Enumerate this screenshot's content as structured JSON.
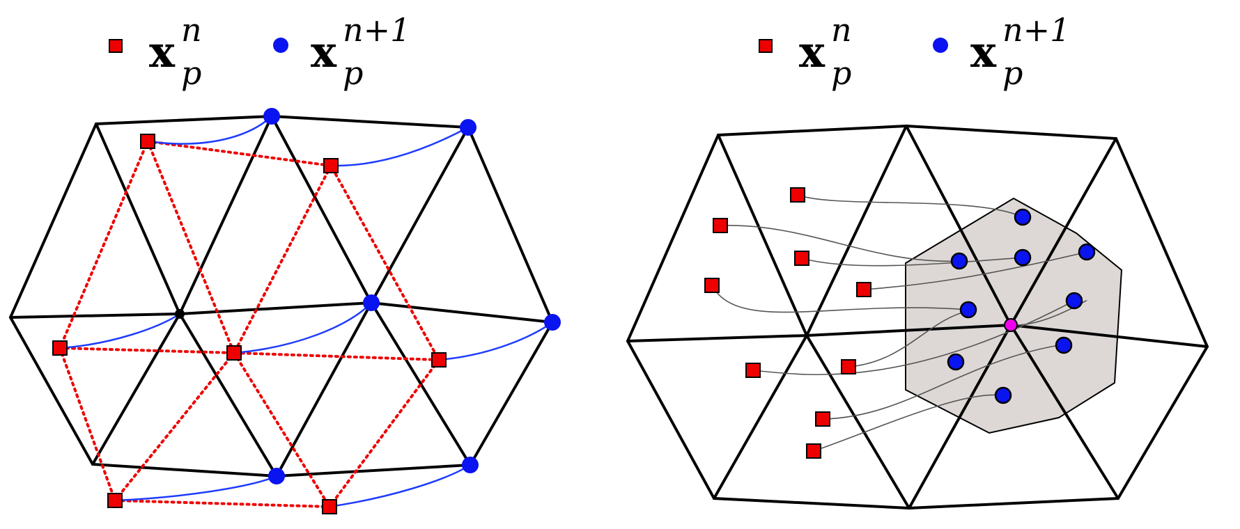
{
  "legends": [
    {
      "items": [
        {
          "symbol": "red-square",
          "base": "x",
          "sub": "p",
          "sup": "n"
        },
        {
          "symbol": "blue-circle",
          "base": "x",
          "sub": "p",
          "sup": "n+1"
        }
      ]
    },
    {
      "items": [
        {
          "symbol": "red-square",
          "base": "x",
          "sub": "p",
          "sup": "n"
        },
        {
          "symbol": "blue-circle",
          "base": "x",
          "sub": "p",
          "sup": "n+1"
        }
      ]
    }
  ],
  "colors": {
    "mesh": "#000000",
    "old_position": "#ee0000",
    "new_position": "#0a14f0",
    "trajectory_left": "#1e3cff",
    "trajectory_right": "#555555",
    "patch_fill": "#ddd8d6",
    "highlight_node": "#ee00ee"
  }
}
